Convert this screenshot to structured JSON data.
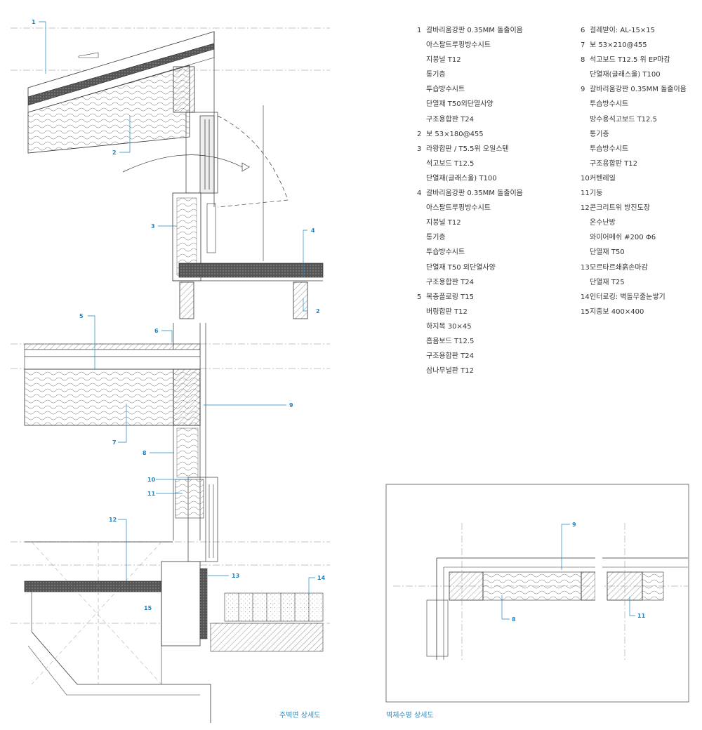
{
  "colors": {
    "callout": "#1f84c4",
    "line": "#333333",
    "dark": "#3a3a3a",
    "caption": "#2b8cc4"
  },
  "legend_left": [
    {
      "num": "1",
      "text": "갈바리움강판 0.35MM 돌출이음"
    },
    {
      "num": "",
      "text": "아스팔트루핑방수시트"
    },
    {
      "num": "",
      "text": "지붕널 T12"
    },
    {
      "num": "",
      "text": "통기층"
    },
    {
      "num": "",
      "text": "투습방수시트"
    },
    {
      "num": "",
      "text": "단열재 T50외단열사양"
    },
    {
      "num": "",
      "text": "구조용합판 T24"
    },
    {
      "num": "2",
      "text": "보 53×180@455"
    },
    {
      "num": "3",
      "text": "라왕합판 / T5.5위 오일스텐"
    },
    {
      "num": "",
      "text": "석고보드 T12.5"
    },
    {
      "num": "",
      "text": "단열재(글래스울) T100"
    },
    {
      "num": "4",
      "text": "갈바리움강판 0.35MM 돌출이음"
    },
    {
      "num": "",
      "text": "아스팔트루핑방수시트"
    },
    {
      "num": "",
      "text": "지붕널 T12"
    },
    {
      "num": "",
      "text": "통기층"
    },
    {
      "num": "",
      "text": "투습방수시트"
    },
    {
      "num": "",
      "text": "단열재 T50 외단열사양"
    },
    {
      "num": "",
      "text": "구조용합판 T24"
    },
    {
      "num": "5",
      "text": "복층플로링 T15"
    },
    {
      "num": "",
      "text": "버링합판 T12"
    },
    {
      "num": "",
      "text": "하지목 30×45"
    },
    {
      "num": "",
      "text": "흡음보드 T12.5"
    },
    {
      "num": "",
      "text": "구조용합판 T24"
    },
    {
      "num": "",
      "text": "삼나무널판 T12"
    }
  ],
  "legend_right": [
    {
      "num": "6",
      "text": "걸레받이: AL-15×15"
    },
    {
      "num": "7",
      "text": "보 53×210@455"
    },
    {
      "num": "8",
      "text": "석고보드 T12.5 위 EP마감"
    },
    {
      "num": "",
      "text": "단열재(글래스울) T100"
    },
    {
      "num": "9",
      "text": "갈바리움강판 0.35MM 돌출이음"
    },
    {
      "num": "",
      "text": "투습방수시트"
    },
    {
      "num": "",
      "text": "방수용석고보드 T12.5"
    },
    {
      "num": "",
      "text": "통기층"
    },
    {
      "num": "",
      "text": "투습방수시트"
    },
    {
      "num": "",
      "text": "구조용합판 T12"
    },
    {
      "num": "10",
      "text": "커텐레일"
    },
    {
      "num": "11",
      "text": "기둥"
    },
    {
      "num": "12",
      "text": "콘크리트위 방진도장"
    },
    {
      "num": "",
      "text": "온수난방"
    },
    {
      "num": "",
      "text": "와이어메쉬 #200 Φ6"
    },
    {
      "num": "",
      "text": "단열재 T50"
    },
    {
      "num": "13",
      "text": "모르타르쇄흙손마감"
    },
    {
      "num": "",
      "text": "단열재 T25"
    },
    {
      "num": "14",
      "text": "인터로킹: 벽돌무줄눈쌓기"
    },
    {
      "num": "15",
      "text": "지중보 400×400"
    }
  ],
  "captions": {
    "section": "주벽면 상세도",
    "plan": "벽체수평 상세도"
  },
  "callouts": {
    "c1": "1",
    "c2a": "2",
    "c2b": "2",
    "c3": "3",
    "c4": "4",
    "c5": "5",
    "c6": "6",
    "c7": "7",
    "c8": "8",
    "c9": "9",
    "c10": "10",
    "c11": "11",
    "c12": "12",
    "c13": "13",
    "c14": "14",
    "c15": "15",
    "p9": "9",
    "p8": "8",
    "p11": "11"
  }
}
